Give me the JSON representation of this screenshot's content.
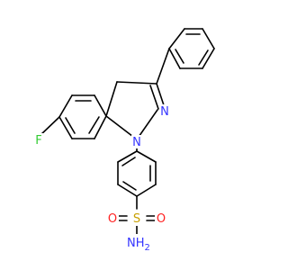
{
  "molecule": {
    "atoms": [
      {
        "id": "F",
        "label": "F",
        "color": "#33cc33"
      },
      {
        "id": "N1",
        "label": "N",
        "color": "#3333ff"
      },
      {
        "id": "N2",
        "label": "N",
        "color": "#3333ff"
      },
      {
        "id": "S",
        "label": "S",
        "color": "#c8a000"
      },
      {
        "id": "O1",
        "label": "O",
        "color": "#ff2222"
      },
      {
        "id": "O2",
        "label": "O",
        "color": "#ff2222"
      },
      {
        "id": "NH2",
        "label": "NH",
        "sub": "2",
        "color": "#3333ff"
      }
    ]
  }
}
